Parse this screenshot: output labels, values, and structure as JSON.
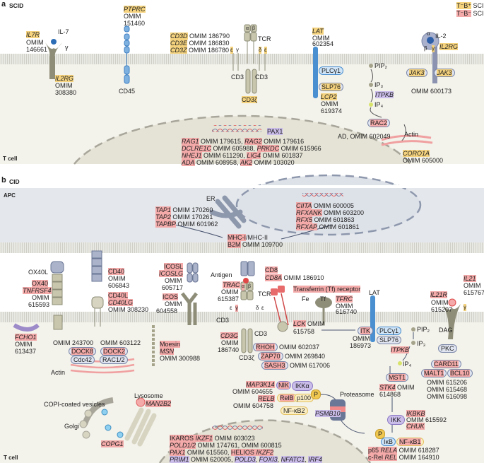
{
  "colors": {
    "t_b_plus": "#f5d37e",
    "t_b_minus": "#f3aaa9",
    "other": "#cbbdea",
    "cytoplasm": "#f3f2eb",
    "apc": "#e4e7ec",
    "membrane": "#d6d6d0"
  },
  "a": {
    "label": "a",
    "title": "SCID",
    "cell": "T cell",
    "legend": {
      "tbp": "T⁻B⁺",
      "tbn": "T⁻B⁻",
      "scid1": "SCID",
      "scid2": "SCID"
    },
    "il7r": {
      "gene": "IL7R",
      "omim": "OMIM",
      "num": "146661",
      "ligand": "IL-7",
      "gamma": "γ"
    },
    "il2rg": {
      "gene": "IL2RG",
      "omim": "OMIM",
      "num": "308380"
    },
    "ptprc": {
      "gene": "PTPRC",
      "omim": "OMIM",
      "num": "151460",
      "protein": "CD45"
    },
    "cd3": {
      "cd3d": "CD3D",
      "cd3d_omim": "OMIM 186790",
      "cd3e": "CD3E",
      "cd3e_omim": "OMIM 186830",
      "cd3z": "CD3Z",
      "cd3z_omim": "OMIM 186780",
      "tcr": "TCR",
      "alpha": "α",
      "beta": "β",
      "eps1": "ε",
      "gam": "γ",
      "delta": "δ",
      "eps2": "ε",
      "cd3_left": "CD3",
      "cd3_right": "CD3",
      "cd3zeta": "CD3ζ"
    },
    "lat": {
      "gene": "LAT",
      "omim": "OMIM",
      "num": "602354",
      "plcg1": "PLCγ1",
      "slp76": "SLP76",
      "lcp2": "LCP2",
      "lcp2_omim": "OMIM",
      "lcp2_num": "619374"
    },
    "pip": {
      "pip2": "PIP₂",
      "ip3": "IP₃",
      "itpkb": "ITPKB",
      "ip4": "IP₄",
      "rac2": "RAC2",
      "rac2_omim": "AD, OMIM 602049",
      "actin": "Actin",
      "coro1a": "CORO1A",
      "coro1a_omim": "OMIM 605000"
    },
    "il2r": {
      "ligand": "IL-2",
      "alpha": "α",
      "beta": "β",
      "gamma": "γ",
      "il2rg": "IL2RG",
      "jak3a": "JAK3",
      "jak3b": "JAK3",
      "omim": "OMIM 600173"
    },
    "nucleus": {
      "pax1": "PAX1",
      "rag1": "RAG1",
      "rag1_omim": "OMIM 179615,",
      "rag2": "RAG2",
      "rag2_omim": "OMIM 179616",
      "dclre1c": "DCLRE1C",
      "dclre1c_omim": "OMIM 605988,",
      "prkdc": "PRKDC",
      "prkdc_omim": "OMIM 615966",
      "nhej1": "NHEJ1",
      "nhej1_omim": "OMIM 611290,",
      "lig4": "LIG4",
      "lig4_omim": "OMIM 601837",
      "ada": "ADA",
      "ada_omim": "OMIM 608958,",
      "ak2": "AK2",
      "ak2_omim": "OMIM 103020"
    }
  },
  "b": {
    "label": "b",
    "title": "CID",
    "apc": "APC",
    "cell": "T cell",
    "er": "ER",
    "tap": {
      "tap1": "TAP1",
      "tap1_omim": "OMIM 170260",
      "tap2": "TAP2",
      "tap2_omim": "OMIM 170261",
      "tapbp": "TAPBP",
      "tapbp_omim": "OMIM 601962"
    },
    "mhc": {
      "mhc1": "MHC-I",
      "mhc2": "/MHC-II",
      "b2m": "B2M",
      "b2m_omim": "OMIM 109700"
    },
    "ciita": {
      "ciita": "CIITA",
      "ciita_omim": "OMIM 600005",
      "rfxank": "RFXANK",
      "rfxank_omim": "OMIM 603200",
      "rfx5": "RFX5",
      "rfx5_omim": "OMIM 601863",
      "rfxap": "RFXAP",
      "rfxap_omim": "OMIM 601861"
    },
    "ox40": {
      "ox40l": "OX40L",
      "ox40": "OX40",
      "tnfrsf4": "TNFRSF4",
      "omim": "OMIM",
      "num": "615593",
      "fcho1": "FCHO1",
      "fcho1_omim": "OMIM",
      "fcho1_num": "613437"
    },
    "cd40": {
      "cd40": "CD40",
      "omim": "OMIM",
      "num": "606843",
      "cd40l": "CD40L",
      "cd40lg": "CD40LG",
      "cd40lg_omim": "OMIM 308230"
    },
    "dock": {
      "dock8_omim": "OMIM 243700",
      "dock2_omim": "OMIM 603122",
      "dock8": "DOCK8",
      "dock2": "DOCK2",
      "cdc42": "Cdc42",
      "rac12": "RAC1/2",
      "actin": "Actin"
    },
    "icos": {
      "icosl": "ICOSL",
      "icoslg": "ICOSLG",
      "omim": "OMIM",
      "num": "605717",
      "icos": "ICOS",
      "icos_omim": "OMIM",
      "icos_num": "604558"
    },
    "moesin": {
      "moesin": "Moesin",
      "msn": "MSN",
      "omim": "OMIM 300988"
    },
    "tcr": {
      "antigen": "Antigen",
      "trac": "TRAC",
      "omim": "OMIM",
      "num": "615387",
      "tcr": "TCR",
      "alpha": "α",
      "beta": "β",
      "eps1": "ε",
      "gam": "γ",
      "delta": "δ",
      "eps2": "ε",
      "cd3_left": "CD3",
      "cd3g": "CD3G",
      "cd3g_omim": "OMIM",
      "cd3g_num": "186740",
      "cd3_right": "CD3",
      "cd3zeta": "CD3ζ",
      "cd8": "CD8",
      "cd8a": "CD8A",
      "cd8a_omim": "OMIM 186910"
    },
    "tfrc": {
      "receptor": "Transferrin (Tf) receptor",
      "fe": "Fe",
      "tf": "Tf",
      "tfrc": "TFRC",
      "omim": "OMIM",
      "num": "616740"
    },
    "lck": {
      "lck": "LCK",
      "omim": "OMIM",
      "num": "615758",
      "rhoh": "RHOH",
      "rhoh_omim": "OMIM 602037",
      "zap70": "ZAP70",
      "zap70_omim": "OMIM 269840",
      "sash3": "SASH3",
      "sash3_omim": "OMIM 617006"
    },
    "lat": {
      "lat": "LAT",
      "itk": "ITK",
      "itk_omim": "OMIM",
      "itk_num": "186973",
      "plcg1": "PLCγ1",
      "slp76": "SLP76"
    },
    "pip": {
      "pip2": "PIP₂",
      "ip3": "IP₃",
      "itpkb": "ITPKB",
      "ip4": "IP₄",
      "dag": "DAG",
      "pkc": "PKC"
    },
    "il21": {
      "il21r": "IL21R",
      "il21r_omim": "OMIM",
      "il21r_num": "615207",
      "il21": "IL21",
      "il21_omim": "OMIM",
      "il21_num": "615767",
      "gamma": "γ"
    },
    "cbm": {
      "card11": "CARD11",
      "malt1": "MALT1",
      "bcl10": "BCL10",
      "omim1": "OMIM 615206",
      "omim2": "OMIM 615468",
      "omim3": "OMIM 616098"
    },
    "mst1": {
      "mst1": "MST1",
      "stk4": "STK4",
      "omim": "OMIM",
      "num": "614868"
    },
    "nfkb": {
      "ikk": "IKK",
      "ikbkb": "IKBKB",
      "ikbkb_omim": "OMIM 615592",
      "chuk": "CHUK",
      "p": "P",
      "ikb": "IκB",
      "nfkb1": "NF-κB1",
      "p65": "p65",
      "rela": "RELA",
      "rela_omim": "OMIM 618287",
      "crel": "c-Rel",
      "rel": "REL",
      "rel_omim": "OMIM 164910"
    },
    "proteasome": {
      "label": "Proteasome",
      "psmb10": "PSMB10"
    },
    "noncanon": {
      "map3k14": "MAP3K14",
      "map3k14_omim": "OMIM 604655",
      "relb": "RELB",
      "relb_omim": "OMIM 604758",
      "nik": "NIK",
      "ikka": "IKKα",
      "relb_p": "RelB",
      "p100": "p100",
      "p": "P",
      "nfkb2": "NF-κB2"
    },
    "golgi": {
      "lysosome": "Lysosome",
      "man2b2": "MAN2B2",
      "copi": "COPI-coated vesicles",
      "golgi": "Golgi",
      "copg1": "COPG1"
    },
    "nucleus": {
      "ikaros": "IKAROS",
      "ikzf1": "IKZF1",
      "ikzf1_omim": "OMIM 603023",
      "pold12": "POLD1/2",
      "pold12_omim": "OMIM 174761, OMIM 600815",
      "pax1": "PAX1",
      "pax1_omim": "OMIM 615560,",
      "helios": "HELIOS",
      "ikzf2": "IKZF2",
      "prim1": "PRIM1",
      "prim1_omim": "OMIM 620005,",
      "pold3": "POLD3",
      "foxi3": "FOXI3",
      "nfatc1": "NFATC1",
      "irf4": "IRF4",
      "comma": ","
    }
  }
}
